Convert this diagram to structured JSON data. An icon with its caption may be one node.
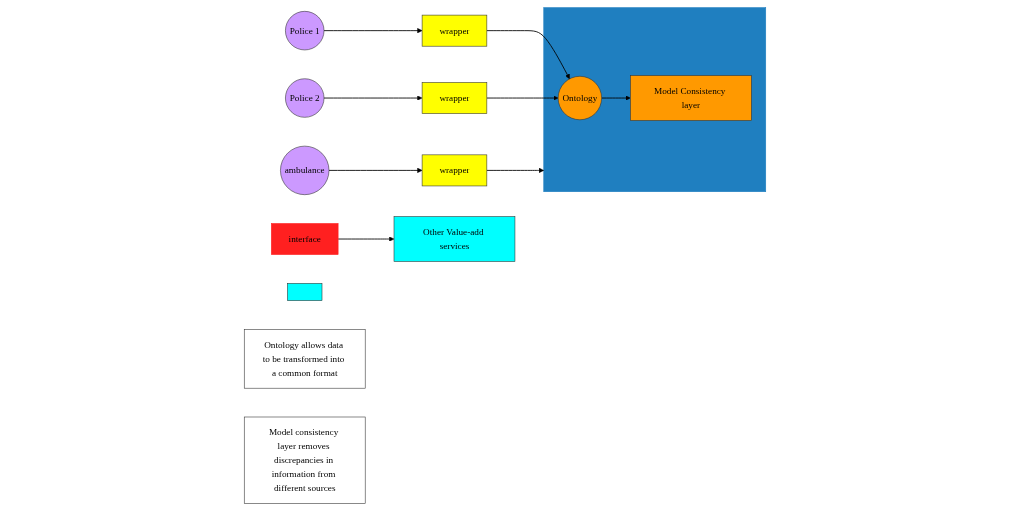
{
  "diagram": {
    "nodes": [
      {
        "text": [
          "Police 1"
        ]
      },
      {
        "text": [
          "wrapper"
        ]
      },
      {
        "text": [
          "ambulance"
        ]
      },
      {
        "text": [
          "wrapper"
        ]
      },
      {
        "text": [
          "Police 2"
        ]
      },
      {
        "text": [
          "wrapper"
        ]
      },
      {
        "text": [],
        "shape": "box"
      },
      {
        "text": [
          "Ontology"
        ],
        "in": 6
      },
      {
        "text": [
          "Model Consistency layer"
        ],
        "in": 6
      },
      {
        "text": [
          "interface"
        ]
      },
      {
        "text": [],
        "shape": "box"
      },
      {
        "text": [
          "Other Value-add services"
        ]
      },
      {
        "text": [
          "Ontology allows data to be transformed into a common format"
        ]
      },
      {
        "text": [
          "Model consistency layer removes discrepancies in information from different sources"
        ]
      }
    ],
    "edges": [
      {
        "from": 0,
        "to": 1,
        "arrow": "to"
      },
      {
        "from": 2,
        "to": 3,
        "arrow": "to"
      },
      {
        "from": 4,
        "to": 5,
        "arrow": "to"
      },
      {
        "from": 1,
        "to": 7,
        "arrow": "to"
      },
      {
        "from": 3,
        "to": 6,
        "arrow": "to"
      },
      {
        "from": 5,
        "to": 7,
        "arrow": "to"
      },
      {
        "from": 7,
        "to": 8,
        "arrow": "to"
      },
      {
        "from": 9,
        "to": 11,
        "arrow": "to"
      }
    ]
  }
}
